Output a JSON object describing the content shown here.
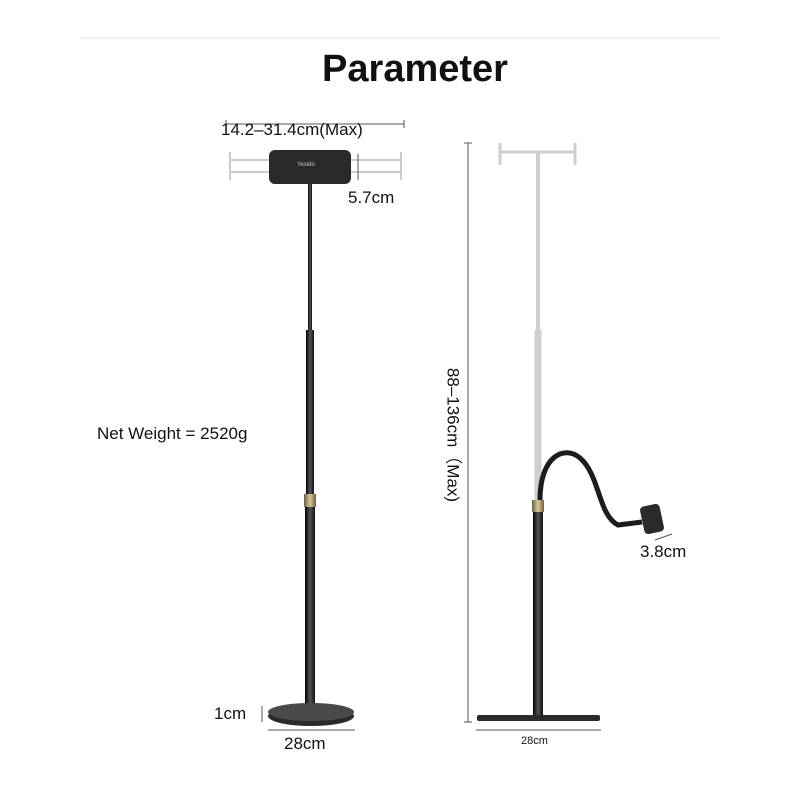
{
  "title": "Parameter",
  "left_stand": {
    "logo": "Yesido",
    "holder_width": "14.2–31.4cm(Max)",
    "holder_depth": "5.7cm",
    "net_weight": "Net Weight = 2520g",
    "base_thickness": "1cm",
    "base_diameter": "28cm"
  },
  "right_stand": {
    "height_range": "88–136cm（Max)",
    "clamp_size": "3.8cm",
    "base_diameter": "28cm"
  },
  "colors": {
    "pole": "#1c1c1e",
    "collar": "#b09a6a",
    "extended": "#c8c8c8",
    "dimension_line": "#555555"
  }
}
